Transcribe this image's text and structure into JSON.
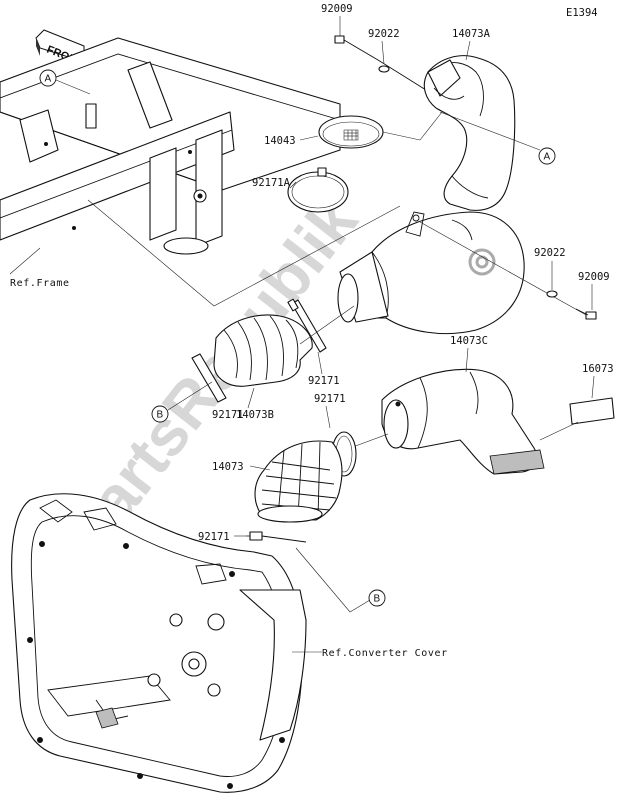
{
  "diagram_id": "E1394",
  "front_marker": "FRONT",
  "watermark": "PartsRepublik",
  "callout_circle_a": "A",
  "callout_circle_b": "B",
  "part_labels": {
    "p92009_top": "92009",
    "p92022_top": "92022",
    "p14073A": "14073A",
    "p14043": "14043",
    "p92171A": "92171A",
    "p92022_mid": "92022",
    "p92009_mid": "92009",
    "p14073C": "14073C",
    "p16073": "16073",
    "p92171_a": "92171",
    "p92171_b": "92171",
    "p14073B": "14073B",
    "p92171_c": "92171",
    "p14073": "14073",
    "p92171_d": "92171"
  },
  "references": {
    "frame": "Ref.Frame",
    "converter_cover": "Ref.Converter Cover"
  }
}
